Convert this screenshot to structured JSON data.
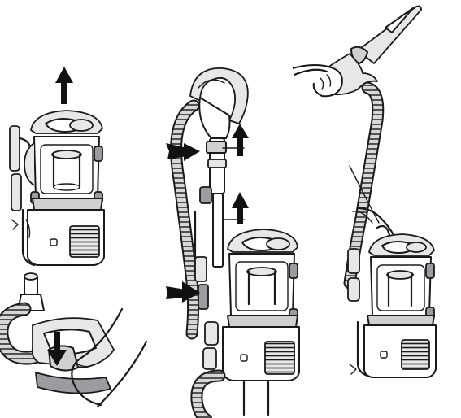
{
  "figure": {
    "panels": [
      {
        "id": "lift-canister",
        "arrows": 1
      },
      {
        "id": "pedal-release",
        "arrows": 1
      },
      {
        "id": "detach-wand",
        "arrows": 4
      },
      {
        "id": "hand-held-use",
        "arrows": 0
      }
    ],
    "colors": {
      "line": "#1a1a1a",
      "shade": "#cfd0d2",
      "light": "#e6e7e8",
      "arrow": "#111111"
    }
  }
}
